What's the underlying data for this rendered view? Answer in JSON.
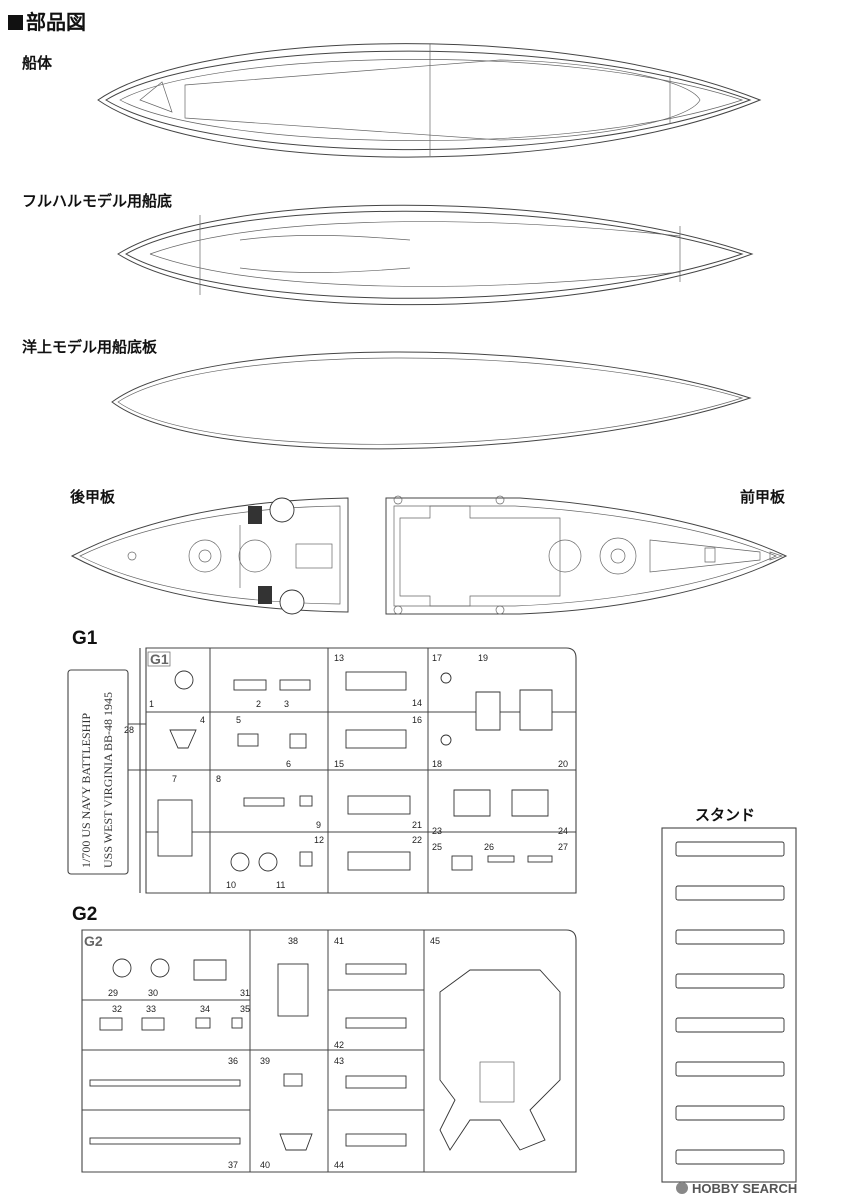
{
  "title": "部品図",
  "sections": {
    "hull": "船体",
    "full_hull_bottom": "フルハルモデル用船底",
    "waterline_bottom": "洋上モデル用船底板",
    "aft_deck": "後甲板",
    "fore_deck": "前甲板",
    "stand": "スタンド"
  },
  "sprues": {
    "g1": {
      "label": "G1",
      "stamp": "G1",
      "tag_line1": "1/700 US NAVY BATTLESHIP",
      "tag_line2": "USS WEST VIRGINIA BB-48 1945",
      "parts": [
        "1",
        "2",
        "3",
        "4",
        "5",
        "6",
        "7",
        "8",
        "9",
        "10",
        "11",
        "12",
        "13",
        "14",
        "15",
        "16",
        "17",
        "18",
        "19",
        "20",
        "21",
        "22",
        "23",
        "24",
        "25",
        "26",
        "27",
        "28"
      ]
    },
    "g2": {
      "label": "G2",
      "stamp": "G2",
      "parts": [
        "29",
        "30",
        "31",
        "32",
        "33",
        "34",
        "35",
        "36",
        "37",
        "38",
        "39",
        "40",
        "41",
        "42",
        "43",
        "44",
        "45"
      ]
    }
  },
  "watermark": "HOBBY SEARCH"
}
